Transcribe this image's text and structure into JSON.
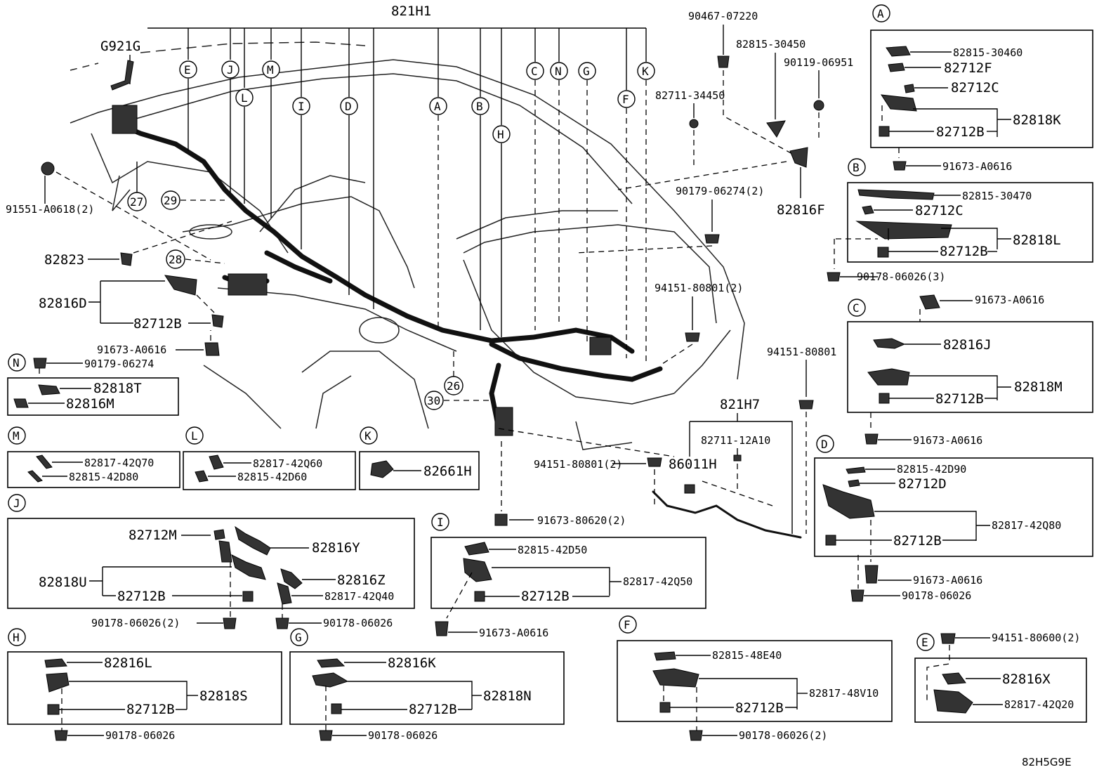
{
  "diagram_code": "82H5G9E",
  "main": {
    "assy": "821H1",
    "g921g": "G921G",
    "sub_assy": "821H7",
    "parts": {
      "p90467_07220": "90467-07220",
      "p82815_30450": "82815-30450",
      "p90119_06951": "90119-06951",
      "p82711_34450": "82711-34450",
      "p82816F": "82816F",
      "p90179_06274_2": "90179-06274(2)",
      "p94151_80801_2_top": "94151-80801(2)",
      "p94151_80801": "94151-80801",
      "p91551_A0618_2": "91551-A0618(2)",
      "p82823": "82823",
      "p82816D": "82816D",
      "p82712B": "82712B",
      "p91673_A0616": "91673-A0616",
      "p90179_06274": "90179-06274",
      "p82711_12A10": "82711-12A10",
      "p86011H": "86011H",
      "p94151_80801_2_bot": "94151-80801(2)",
      "p91673_80620_2": "91673-80620(2)"
    },
    "callouts": [
      "E",
      "J",
      "M",
      "L",
      "I",
      "D",
      "A",
      "B",
      "H",
      "C",
      "N",
      "G",
      "F",
      "K"
    ],
    "numbers": [
      "27",
      "29",
      "28",
      "26",
      "30"
    ]
  },
  "boxes": {
    "A": {
      "letter": "A",
      "p1": "82815-30460",
      "p2": "82712F",
      "p3": "82712C",
      "p4": "82712B",
      "assy": "82818K",
      "bolt": "91673-A0616"
    },
    "B": {
      "letter": "B",
      "p1": "82815-30470",
      "p2": "82712C",
      "p3": "82712B",
      "assy": "82818L",
      "nut": "90178-06026(3)"
    },
    "C": {
      "letter": "C",
      "bolt_top": "91673-A0616",
      "p1": "82816J",
      "p2": "82712B",
      "assy": "82818M",
      "bolt": "91673-A0616"
    },
    "D": {
      "letter": "D",
      "p1": "82815-42D90",
      "p2": "82712D",
      "p3": "82712B",
      "assy": "82817-42Q80",
      "bolt": "91673-A0616",
      "nut": "90178-06026"
    },
    "E": {
      "letter": "E",
      "nut": "94151-80600(2)",
      "p1": "82816X",
      "p2": "82817-42Q20"
    },
    "F": {
      "letter": "F",
      "p1": "82815-48E40",
      "p2": "82712B",
      "assy": "82817-48V10",
      "nut": "90178-06026(2)"
    },
    "G": {
      "letter": "G",
      "p1": "82816K",
      "p2": "82712B",
      "assy": "82818N",
      "nut": "90178-06026"
    },
    "H": {
      "letter": "H",
      "p1": "82816L",
      "p2": "82712B",
      "assy": "82818S",
      "nut": "90178-06026"
    },
    "I": {
      "letter": "I",
      "p1": "82815-42D50",
      "p2": "82712B",
      "assy": "82817-42Q50",
      "bolt": "91673-A0616"
    },
    "J": {
      "letter": "J",
      "p1": "82712M",
      "p2": "82816Y",
      "p3": "82816Z",
      "p4": "82712B",
      "assy": "82818U",
      "p5": "82817-42Q40",
      "nut1": "90178-06026(2)",
      "nut2": "90178-06026"
    },
    "K": {
      "letter": "K",
      "p1": "82661H"
    },
    "L": {
      "letter": "L",
      "p1": "82817-42Q60",
      "p2": "82815-42D60"
    },
    "M": {
      "letter": "M",
      "p1": "82817-42Q70",
      "p2": "82815-42D80"
    },
    "N": {
      "letter": "N",
      "p1": "82818T",
      "p2": "82816M"
    }
  }
}
